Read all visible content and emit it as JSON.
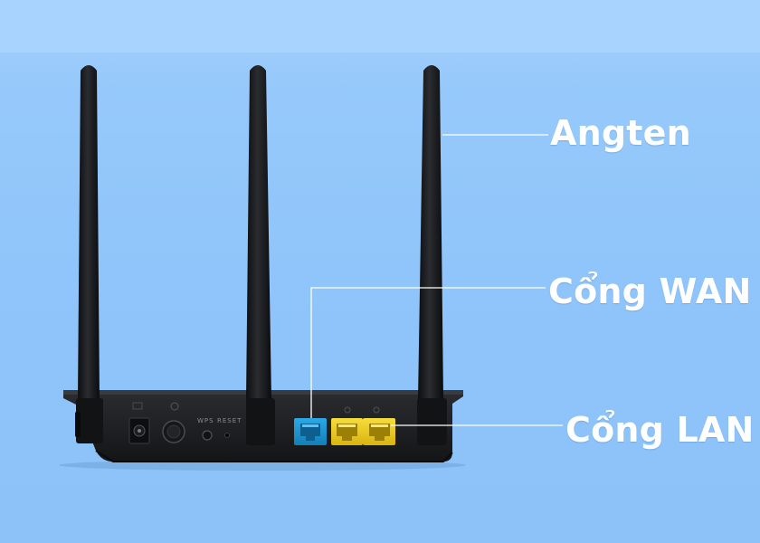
{
  "labels": {
    "antenna": "Angten",
    "wan_port": "Cổng WAN",
    "lan_port": "Cổng LAN"
  },
  "panel_marks": {
    "wps": "WPS",
    "reset": "RESET"
  },
  "colors": {
    "background": "#8fc5fa",
    "router_body": "#1f2023",
    "antenna": "#151618",
    "wan_port": "#1e9ad6",
    "lan_port": "#f2d11e",
    "callout_line": "#ffffff",
    "label_text": "#ffffff"
  },
  "icons": [
    "power-jack-icon",
    "power-button-icon",
    "wps-button-icon",
    "reset-pinhole-icon"
  ]
}
